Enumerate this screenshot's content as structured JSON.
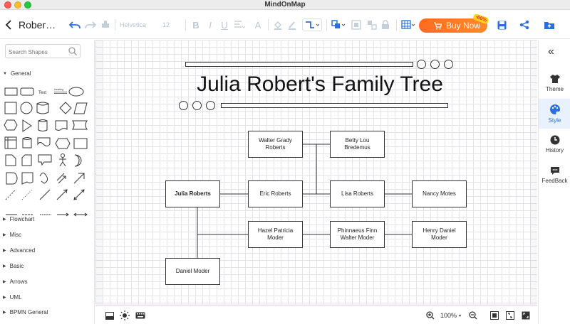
{
  "window": {
    "title": "MindOnMap"
  },
  "toolbar": {
    "doc_title": "Rober…",
    "font": "Helvetica",
    "font_size": "12",
    "buy_now": "Buy Now",
    "discount": "-60%"
  },
  "left_panel": {
    "search_placeholder": "Search Shapes",
    "general": "General",
    "categories": [
      "Flowchart",
      "Misc",
      "Advanced",
      "Basic",
      "Arrows",
      "UML",
      "BPMN General"
    ],
    "text_shape_label": "Text",
    "heading_shape_label": "Heading"
  },
  "canvas": {
    "title": "Julia Robert's Family Tree",
    "nodes": {
      "walter": "Walter Grady Roberts",
      "betty": "Betty Lou Bredemus",
      "julia": "Julia Roberts",
      "eric": "Eric Roberts",
      "lisa": "Lisa Roberts",
      "nancy": "Nancy Motes",
      "hazel": "Hazel Patricia Moder",
      "phinnaeus": "Phinnaeus Finn Walter Moder",
      "henry": "Henry Daniel Moder",
      "daniel": "Daniel Moder"
    }
  },
  "right_panel": {
    "items": [
      {
        "label": "Theme",
        "icon": "shirt-icon",
        "active": false
      },
      {
        "label": "Style",
        "icon": "palette-icon",
        "active": true
      },
      {
        "label": "History",
        "icon": "clock-icon",
        "active": false
      },
      {
        "label": "FeedBack",
        "icon": "feedback-icon",
        "active": false
      }
    ]
  },
  "bottom_bar": {
    "zoom": "100%"
  },
  "colors": {
    "accent": "#2a6fdb",
    "buy_now": "#ff7a24",
    "badge": "#ffd21f"
  }
}
